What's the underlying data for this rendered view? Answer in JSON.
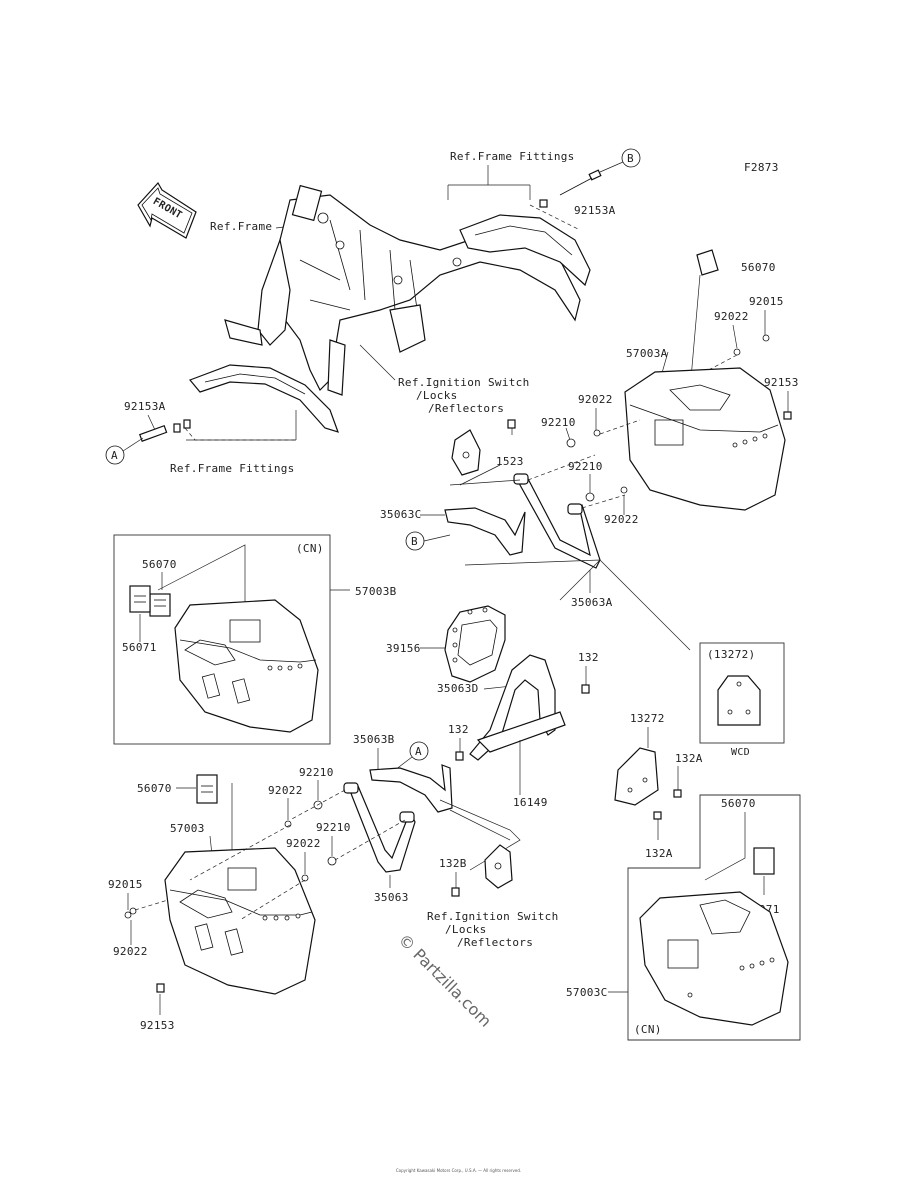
{
  "figure_code": "F2873",
  "refs": {
    "frame_fittings_top": "Ref.Frame Fittings",
    "frame_fittings_bottom": "Ref.Frame Fittings",
    "frame": "Ref.Frame",
    "ignition_top": [
      "Ref.Ignition Switch",
      "/Locks",
      "/Reflectors"
    ],
    "ignition_bottom": [
      "Ref.Ignition Switch",
      "/Locks",
      "/Reflectors"
    ]
  },
  "front_arrow": "FRONT",
  "callouts": {
    "a": "A",
    "b": "B"
  },
  "parts": {
    "p92153a_top": "92153A",
    "p92153a_left": "92153A",
    "p56070_r": "56070",
    "p92015_r": "92015",
    "p92022_r1": "92022",
    "p57003a": "57003A",
    "p92153_r": "92153",
    "p92022_r2": "92022",
    "p92210_r1": "92210",
    "p1523": "1523",
    "p92210_r2": "92210",
    "p35063c": "35063C",
    "p92022_r3": "92022",
    "p35063a": "35063A",
    "p57003b": "57003B",
    "p56070_cn": "56070",
    "p56071_cn": "56071",
    "p39156": "39156",
    "p132_top": "132",
    "p35063d": "35063D",
    "p13272": "13272",
    "p132a_1": "132A",
    "p35063b": "35063B",
    "p132_mid": "132",
    "p16149": "16149",
    "p132a_2": "132A",
    "p56070_l": "56070",
    "p92210_l1": "92210",
    "p92022_l1": "92022",
    "p57003": "57003",
    "p92210_l2": "92210",
    "p92022_l2": "92022",
    "p92015_l": "92015",
    "p92022_l3": "92022",
    "p35063": "35063",
    "p132b": "132B",
    "p92153_l": "92153",
    "p56070_br": "56070",
    "p56071_br": "56071",
    "p57003c": "57003C"
  },
  "boxes": {
    "cn_top": "(CN)",
    "wcd_code": "(13272)",
    "wcd": "WCD",
    "cn_bottom": "(CN)"
  },
  "watermark": "© Partzilla.com",
  "copyright": "Copyright Kawasaki Motors Corp., U.S.A. — All rights reserved."
}
